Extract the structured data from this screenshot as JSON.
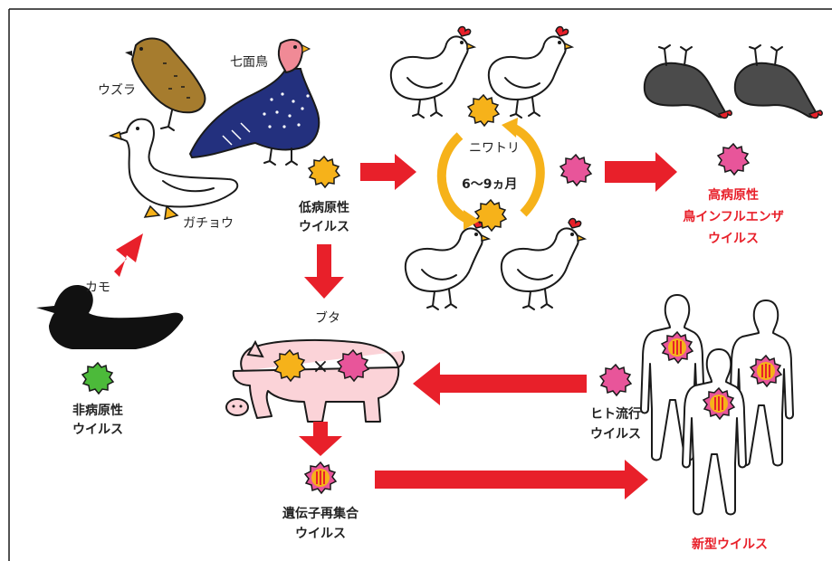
{
  "labels": {
    "duck": "カモ",
    "quail": "ウズラ",
    "turkey": "七面鳥",
    "goose": "ガチョウ",
    "chicken": "ニワトリ",
    "period": "6〜9ヵ月",
    "pig": "ブタ",
    "nonpath_1": "非病原性",
    "nonpath_2": "ウイルス",
    "lowpath_1": "低病原性",
    "lowpath_2": "ウイルス",
    "hpai_1": "高病原性",
    "hpai_2": "鳥インフルエンザ",
    "hpai_3": "ウイルス",
    "human_flu_1": "ヒト流行",
    "human_flu_2": "ウイルス",
    "reassort_1": "遺伝子再集合",
    "reassort_2": "ウイルス",
    "new_virus": "新型ウイルス",
    "times": "×"
  },
  "colors": {
    "arrow": "#e8202a",
    "cycle_arrow": "#f6b21a",
    "nonpath_virus": "#4cba3a",
    "lowpath_virus": "#f6b21a",
    "hpai_virus": "#e8559a",
    "pig": "#fbd3d8",
    "dead_bird": "#555555",
    "turkey_body": "#23307e",
    "turkey_head": "#f08a96",
    "quail": "#a67c2e",
    "duck": "#111111"
  }
}
